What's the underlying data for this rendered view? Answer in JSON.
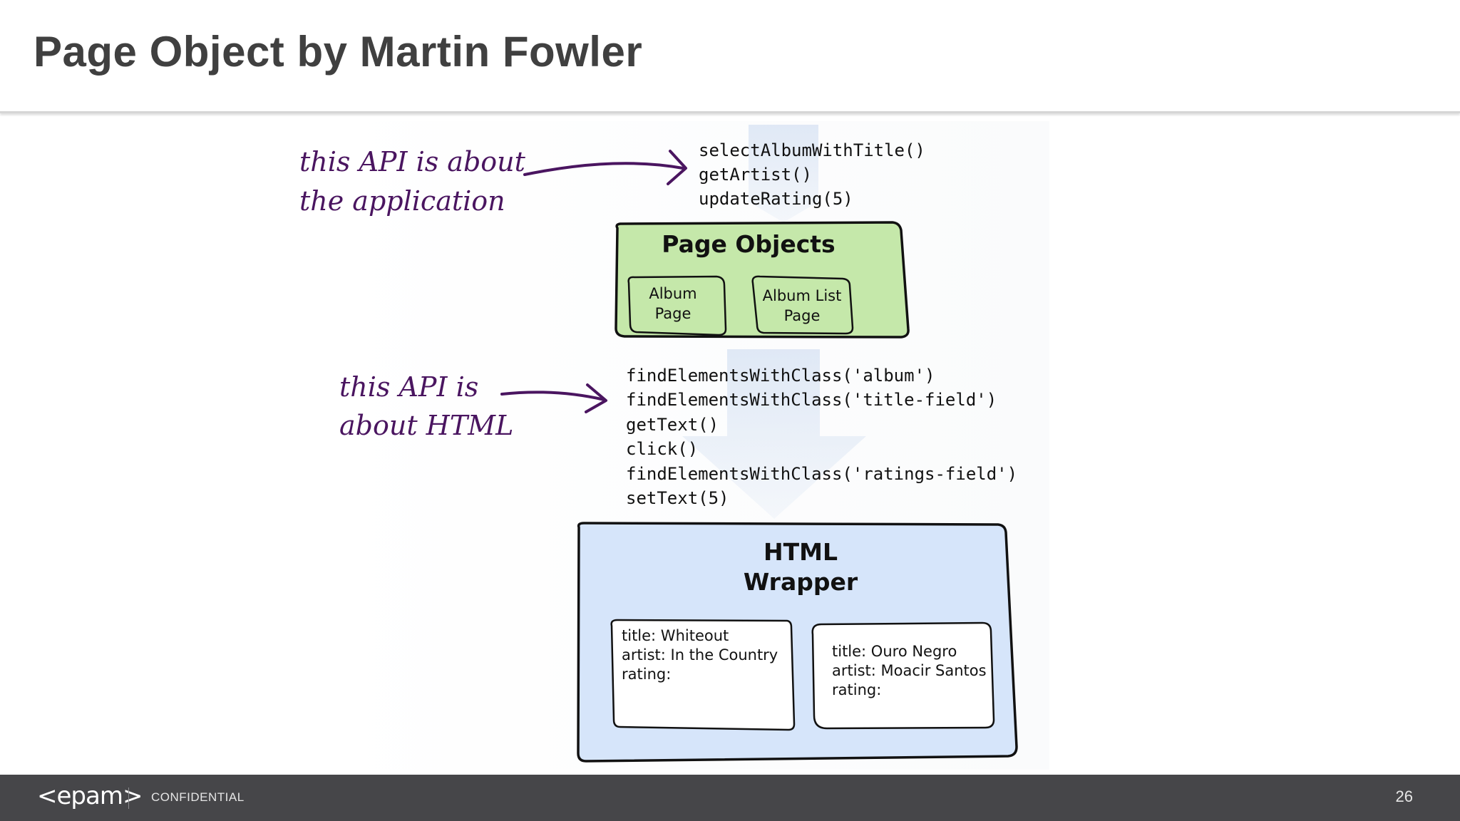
{
  "slide": {
    "title": "Page Object by Martin Fowler",
    "confidential": "CONFIDENTIAL",
    "logo": "<epam>",
    "page_number": "26"
  },
  "diagram": {
    "top_calls": [
      "selectAlbumWithTitle()",
      "getArtist()",
      "updateRating(5)"
    ],
    "note_application": [
      "this API is about",
      "the application"
    ],
    "page_objects": {
      "title": "Page Objects",
      "album_page": [
        "Album",
        "Page"
      ],
      "album_list_page": [
        "Album List",
        "Page"
      ]
    },
    "note_html": [
      "this API is",
      "about HTML"
    ],
    "html_calls": [
      "findElementsWithClass('album')",
      "findElementsWithClass('title-field')",
      "getText()",
      "click()",
      "findElementsWithClass('ratings-field')",
      "setText(5)"
    ],
    "html_wrapper": {
      "title": [
        "HTML",
        "Wrapper"
      ],
      "records": [
        [
          "title: Whiteout",
          "artist: In the Country",
          "rating:"
        ],
        [
          "title: Ouro Negro",
          "artist: Moacir Santos",
          "rating:"
        ]
      ]
    }
  },
  "colors": {
    "title": "#404040",
    "page_objects_fill": "#c5e8aa",
    "html_wrapper_fill": "#d6e5fa",
    "handwriting": "#4a1560",
    "footer": "#464649"
  }
}
